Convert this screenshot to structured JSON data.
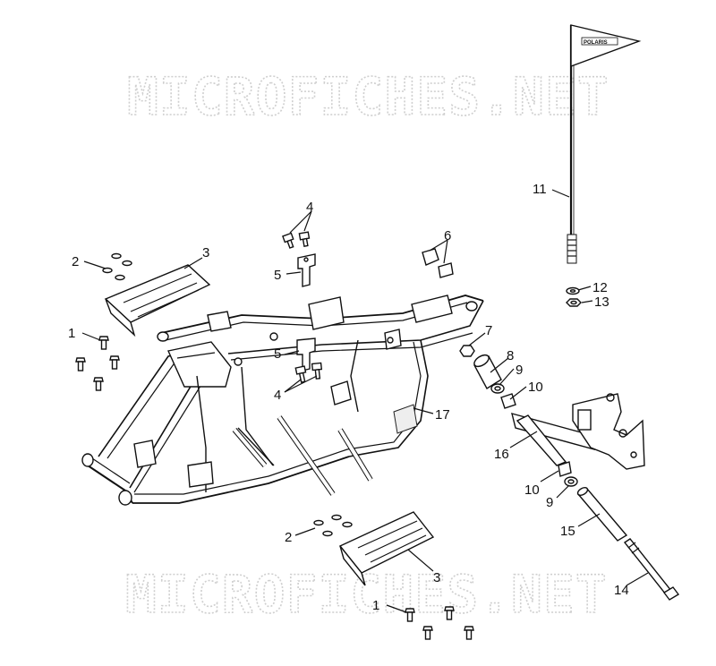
{
  "watermark": {
    "text": "MICROFICHES.NET"
  },
  "flag": {
    "logo_text": "POLARIS"
  },
  "callouts": [
    {
      "label": "1"
    },
    {
      "label": "2"
    },
    {
      "label": "3"
    },
    {
      "label": "4"
    },
    {
      "label": "5"
    },
    {
      "label": "6"
    },
    {
      "label": "7"
    },
    {
      "label": "8"
    },
    {
      "label": "9"
    },
    {
      "label": "10"
    },
    {
      "label": "11"
    },
    {
      "label": "12"
    },
    {
      "label": "13"
    },
    {
      "label": "14"
    },
    {
      "label": "15"
    },
    {
      "label": "16"
    },
    {
      "label": "17"
    },
    {
      "label": "1"
    },
    {
      "label": "2"
    },
    {
      "label": "3"
    },
    {
      "label": "4"
    },
    {
      "label": "5"
    },
    {
      "label": "9"
    },
    {
      "label": "10"
    }
  ]
}
